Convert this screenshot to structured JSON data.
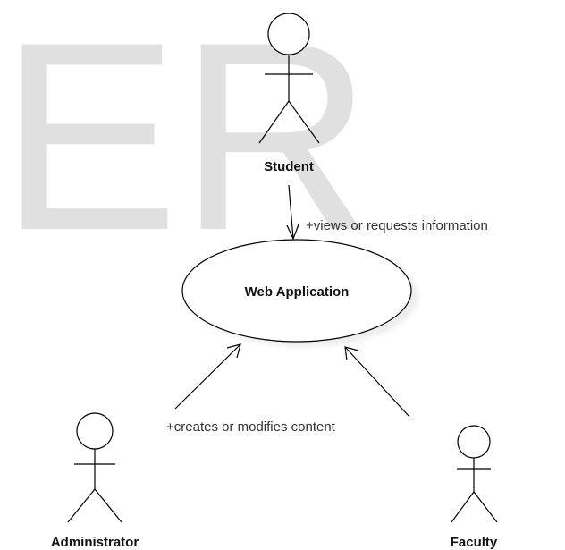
{
  "diagram": {
    "watermark": "ER",
    "actors": [
      {
        "id": "student",
        "label": "Student"
      },
      {
        "id": "administrator",
        "label": "Administrator"
      },
      {
        "id": "faculty",
        "label": "Faculty"
      }
    ],
    "use_case": {
      "label": "Web Application"
    },
    "associations": [
      {
        "from": "student",
        "to": "web-application",
        "label": "+views or requests information"
      },
      {
        "from": "administrator",
        "to": "web-application",
        "label": "+creates or modifies content"
      },
      {
        "from": "faculty",
        "to": "web-application",
        "label": ""
      }
    ]
  }
}
